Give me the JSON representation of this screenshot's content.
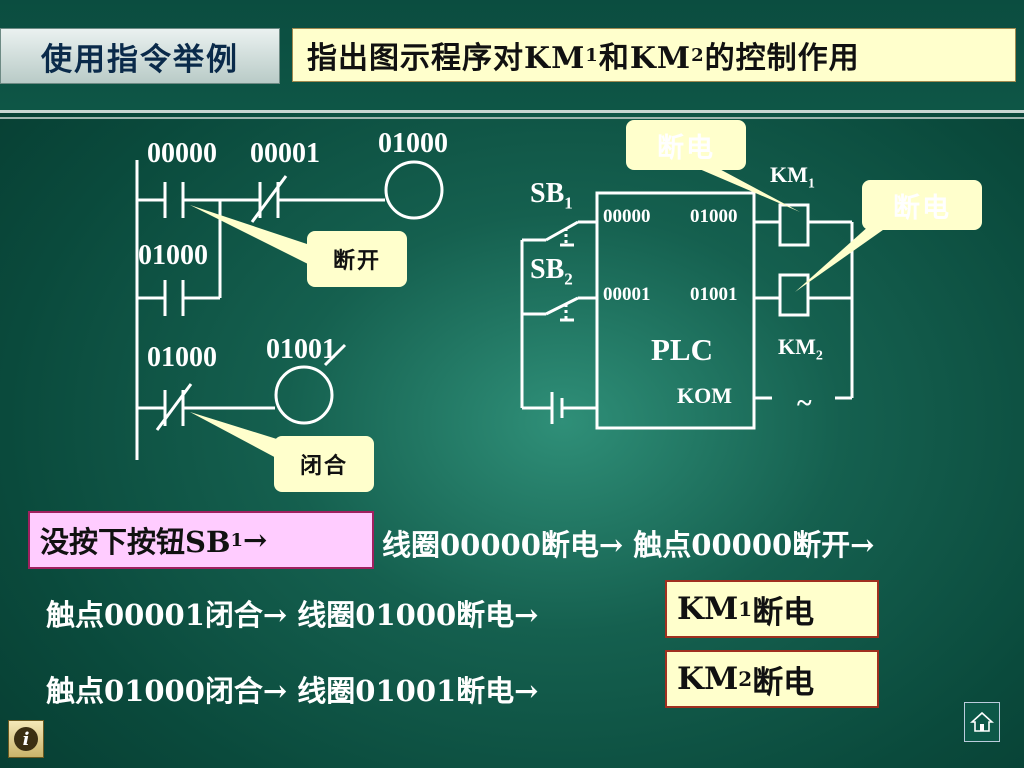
{
  "header": {
    "title": "使用指令举例",
    "subtitle_prefix": "指出图示程序对KM",
    "subtitle_sub1": "1",
    "subtitle_mid": "和KM",
    "subtitle_sub2": "2",
    "subtitle_suffix": "的控制作用"
  },
  "ladder": {
    "contact_00000": "00000",
    "contact_00001": "00001",
    "coil_01000": "01000",
    "contact_01000_seal": "01000",
    "contact_01000_nc": "01000",
    "coil_01001": "01001",
    "callout_open": "断开",
    "callout_closed": "闭合"
  },
  "wiring": {
    "sb1": "SB",
    "sb1_sub": "1",
    "sb2": "SB",
    "sb2_sub": "2",
    "in_00000": "00000",
    "out_01000": "01000",
    "in_00001": "00001",
    "out_01001": "01001",
    "plc": "PLC",
    "kom": "KOM",
    "km1": "KM",
    "km1_sub": "1",
    "km2": "KM",
    "km2_sub": "2",
    "ac": "~",
    "callout_off_top": "断电",
    "callout_off_right": "断电"
  },
  "explanation": {
    "box_prefix": "没按下按钮SB",
    "box_sub": "1",
    "box_arrow": " →",
    "line1": "线圈00000断电→ 触点00000断开→",
    "line2": "触点00001闭合→ 线圈01000断电→",
    "line3": "触点01000闭合→ 线圈01001断电→",
    "result1_prefix": "KM",
    "result1_sub": "1",
    "result1_suffix": "断电",
    "result2_prefix": "KM",
    "result2_sub": "2",
    "result2_suffix": "断电"
  },
  "icons": [
    "info-icon",
    "home-icon"
  ],
  "colors": {
    "background": "#0a4a3c",
    "callout": "#ffffcc",
    "pink_box": "#ffccff",
    "line": "#ffffff"
  }
}
